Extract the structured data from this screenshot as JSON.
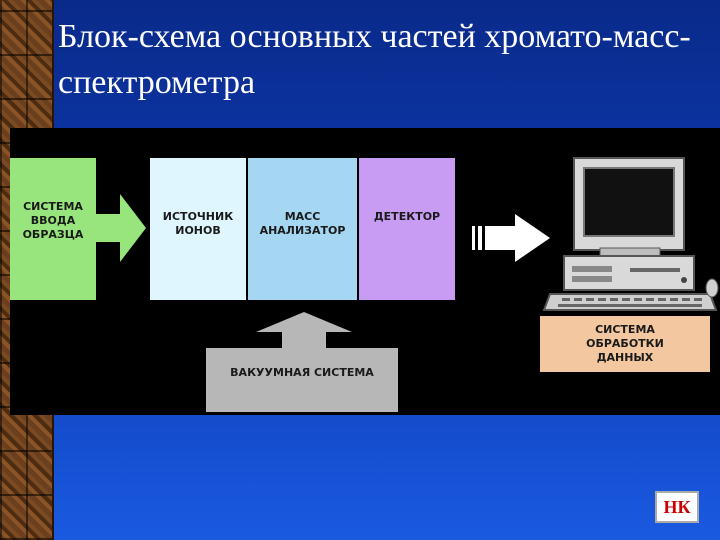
{
  "slide": {
    "title": "Блок-схема основных частей хромато-масс-спектрометра"
  },
  "diagram": {
    "blocks": {
      "input": "СИСТЕМА\nВВОДА\nОБРАЗЦА",
      "source": "ИСТОЧНИК\nИОНОВ",
      "analyzer": "МАСС\nАНАЛИЗАТОР",
      "detector": "ДЕТЕКТОР",
      "vacuum": "ВАКУУМНАЯ СИСТЕМА",
      "data": "СИСТЕМА\nОБРАБОТКИ\nДАННЫХ"
    },
    "computer_icon": "computer-icon"
  },
  "nav": {
    "button_label": "НК"
  },
  "colors": {
    "input": "#99e57d",
    "source": "#dff6ff",
    "analyzer": "#a6d7f2",
    "detector": "#c89cf2",
    "vacuum": "#b7b7b7",
    "data": "#f3c8a0"
  }
}
